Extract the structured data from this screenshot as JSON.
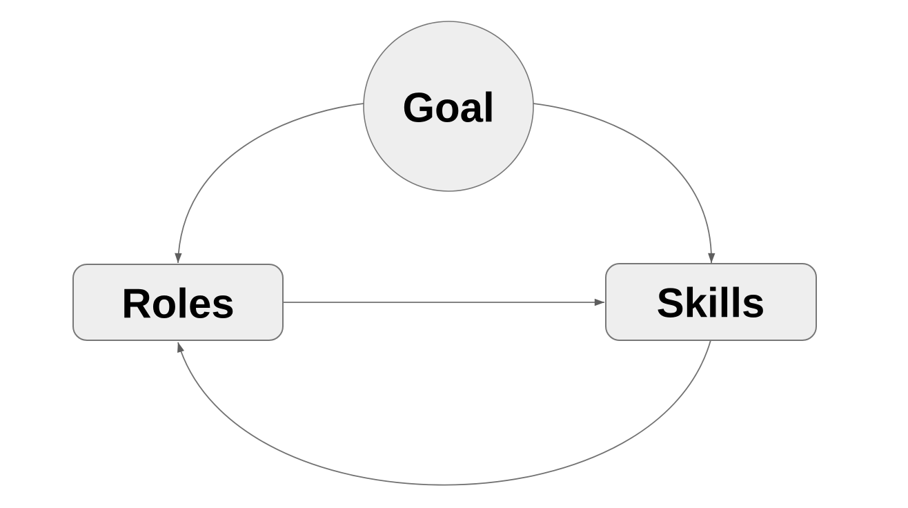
{
  "diagram": {
    "background_color": "#ffffff",
    "colors": {
      "node_fill": "#eeeeee",
      "node_stroke": "#777777",
      "connector": "#717171",
      "arrowhead": "#5e5e5e",
      "label_text": "#000000"
    },
    "nodes": {
      "goal": {
        "label": "Goal",
        "shape": "circle"
      },
      "roles": {
        "label": "Roles",
        "shape": "rounded-rectangle"
      },
      "skills": {
        "label": "Skills",
        "shape": "rounded-rectangle"
      }
    },
    "edges": [
      {
        "from": "Goal",
        "to": "Roles",
        "style": "curved",
        "arrow": "arrowhead-at-roles-top"
      },
      {
        "from": "Goal",
        "to": "Skills",
        "style": "curved",
        "arrow": "arrowhead-at-skills-top"
      },
      {
        "from": "Roles",
        "to": "Skills",
        "style": "straight",
        "arrow": "arrowhead-at-skills-left"
      },
      {
        "from": "Skills",
        "to": "Roles",
        "style": "curved-loop-bottom",
        "arrow": "arrowhead-at-roles-bottom"
      }
    ]
  }
}
